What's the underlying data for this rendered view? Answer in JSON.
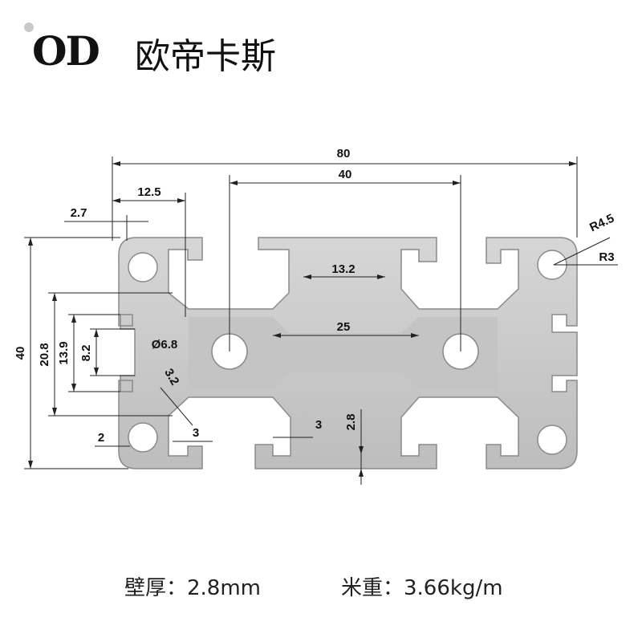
{
  "header": {
    "logo_text": "OD",
    "brand_name": "欧帝卡斯"
  },
  "dimensions": {
    "overall_width": "80",
    "center_distance": "40",
    "edge_to_slot": "12.5",
    "lip_thickness": "2.7",
    "overall_height": "40",
    "slot_outer": "20.8",
    "slot_inner": "13.9",
    "slot_opening": "8.2",
    "center_hole": "Ø6.8",
    "rib_thickness": "3.2",
    "wall_left": "2",
    "slot_lip_left": "3",
    "slot_lip_bottom": "3",
    "wall_thickness": "2.8",
    "slot_top": "13.2",
    "slot_center": "25",
    "outer_radius": "R4.5",
    "inner_radius": "R3"
  },
  "specs": {
    "wall_label": "壁厚：2.8mm",
    "weight_label": "米重：3.66kg/m"
  },
  "colors": {
    "profile_fill": "#c8c8c8",
    "profile_stroke": "#8a8a8a"
  }
}
